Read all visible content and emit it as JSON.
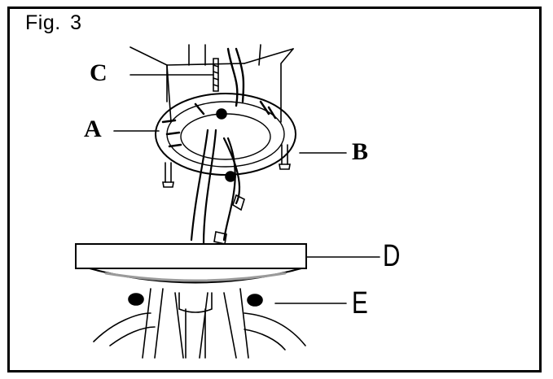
{
  "figure": {
    "title": "Fig.  3"
  },
  "callouts": {
    "a": "A",
    "b": "B",
    "c": "C",
    "d": "D",
    "e": "E"
  },
  "colors": {
    "ink": "#000000",
    "paper": "#ffffff",
    "shade": "#cfcfcf"
  }
}
